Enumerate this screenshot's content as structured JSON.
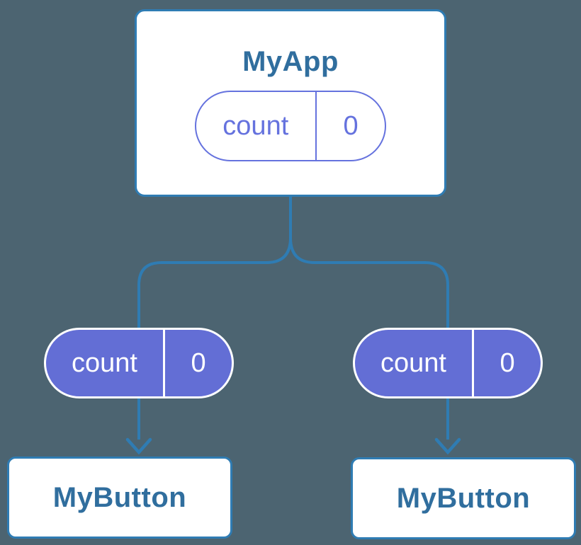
{
  "colors": {
    "background": "#4C6471",
    "connector_blue": "#2F7CB3",
    "node_title_text": "#306E9E",
    "state_purple_outline": "#6572DE",
    "prop_purple_fill": "#636ED5",
    "card_fill": "#FFFFFF",
    "prop_pill_text": "#FFFFFF"
  },
  "root_node": {
    "title": "MyApp",
    "state_pill": {
      "label": "count",
      "value": "0"
    }
  },
  "children": [
    {
      "title": "MyButton",
      "prop_pill": {
        "label": "count",
        "value": "0"
      }
    },
    {
      "title": "MyButton",
      "prop_pill": {
        "label": "count",
        "value": "0"
      }
    }
  ]
}
